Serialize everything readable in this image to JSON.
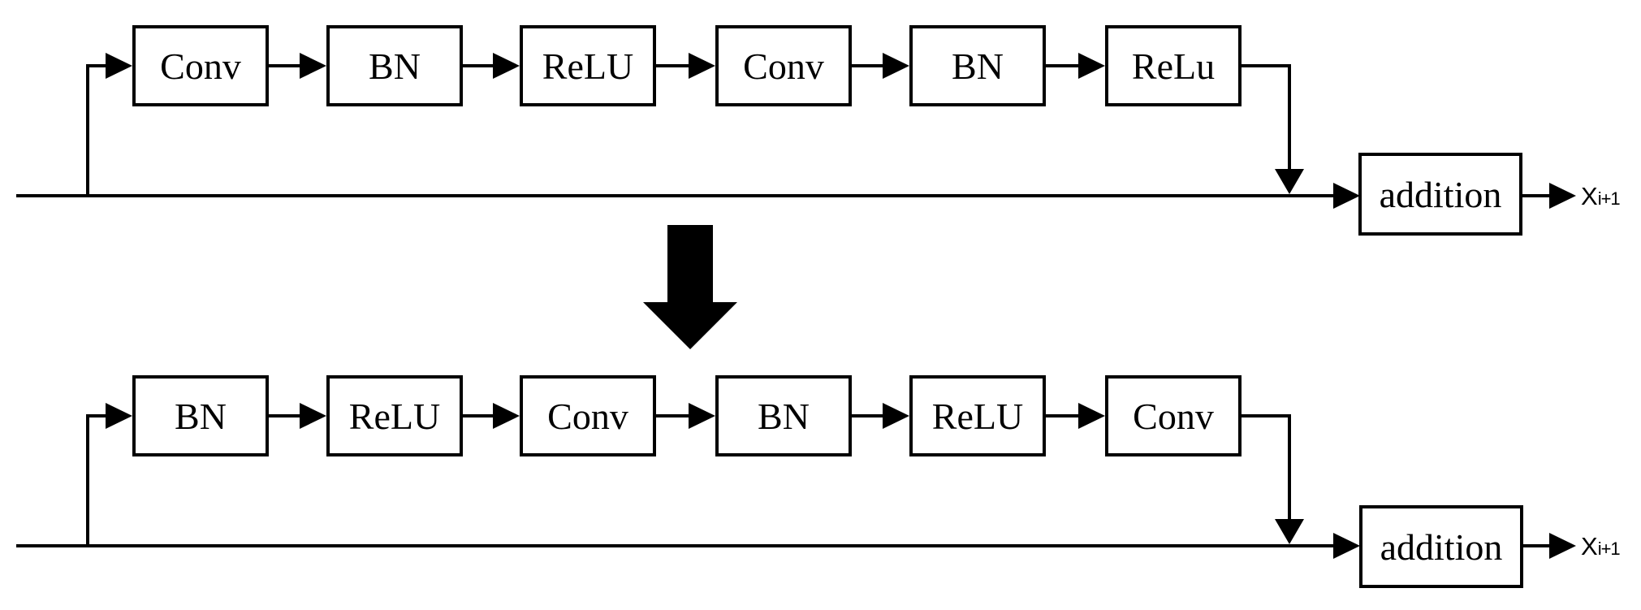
{
  "figure": {
    "description": "Residual block transformation diagram: conventional post-activation block converted to pre-activation block",
    "rows": [
      {
        "boxes": [
          "Conv",
          "BN",
          "ReLU",
          "Conv",
          "BN",
          "ReLu"
        ],
        "addition": "addition",
        "output_base": "X",
        "output_sub": "i+1"
      },
      {
        "boxes": [
          "BN",
          "ReLU",
          "Conv",
          "BN",
          "ReLU",
          "Conv"
        ],
        "addition": "addition",
        "output_base": "X",
        "output_sub": "i+1"
      }
    ],
    "transform_arrow_direction": "down",
    "colors": {
      "ink": "#000000",
      "background": "#ffffff"
    }
  }
}
